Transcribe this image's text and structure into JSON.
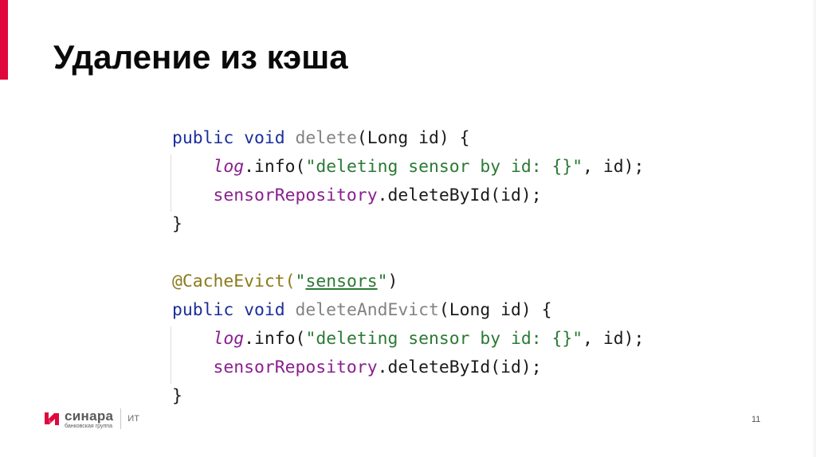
{
  "slide": {
    "title": "Удаление из кэша",
    "page_number": "11",
    "accent_color": "#e0073c"
  },
  "code": {
    "lines": [
      {
        "tokens": [
          {
            "t": "public void ",
            "c": "kw"
          },
          {
            "t": "delete",
            "c": "fn-decl"
          },
          {
            "t": "(Long id) {",
            "c": "plain"
          }
        ]
      },
      {
        "tokens": [
          {
            "t": "    ",
            "c": "plain"
          },
          {
            "t": "log",
            "c": "field-italic"
          },
          {
            "t": ".info(",
            "c": "plain"
          },
          {
            "t": "\"deleting sensor by id: {}\"",
            "c": "str"
          },
          {
            "t": ", id);",
            "c": "plain"
          }
        ]
      },
      {
        "tokens": [
          {
            "t": "    ",
            "c": "plain"
          },
          {
            "t": "sensorRepository",
            "c": "field"
          },
          {
            "t": ".deleteById(id);",
            "c": "plain"
          }
        ]
      },
      {
        "tokens": [
          {
            "t": "}",
            "c": "plain"
          }
        ]
      },
      {
        "tokens": [
          {
            "t": "",
            "c": "plain"
          }
        ]
      },
      {
        "tokens": [
          {
            "t": "@CacheEvict(",
            "c": "anno"
          },
          {
            "t": "\"",
            "c": "str"
          },
          {
            "t": "sensors",
            "c": "str-ul"
          },
          {
            "t": "\"",
            "c": "str"
          },
          {
            "t": ")",
            "c": "plain"
          }
        ]
      },
      {
        "tokens": [
          {
            "t": "public void ",
            "c": "kw"
          },
          {
            "t": "deleteAndEvict",
            "c": "fn-decl"
          },
          {
            "t": "(Long id) {",
            "c": "plain"
          }
        ]
      },
      {
        "tokens": [
          {
            "t": "    ",
            "c": "plain"
          },
          {
            "t": "log",
            "c": "field-italic"
          },
          {
            "t": ".info(",
            "c": "plain"
          },
          {
            "t": "\"deleting sensor by id: {}\"",
            "c": "str"
          },
          {
            "t": ", id);",
            "c": "plain"
          }
        ]
      },
      {
        "tokens": [
          {
            "t": "    ",
            "c": "plain"
          },
          {
            "t": "sensorRepository",
            "c": "field"
          },
          {
            "t": ".deleteById(id);",
            "c": "plain"
          }
        ]
      },
      {
        "tokens": [
          {
            "t": "}",
            "c": "plain"
          }
        ]
      }
    ],
    "colors": {
      "keyword": "#1b2f9a",
      "method_declaration": "#828282",
      "field": "#8a1f8f",
      "string": "#2b7a34",
      "annotation": "#8a7a1a",
      "plain": "#1b1b1b"
    }
  },
  "footer": {
    "logo_name": "синара",
    "logo_subtitle": "банковская группа",
    "logo_division": "ИТ",
    "logo_icon": "sinara-logo-icon"
  }
}
